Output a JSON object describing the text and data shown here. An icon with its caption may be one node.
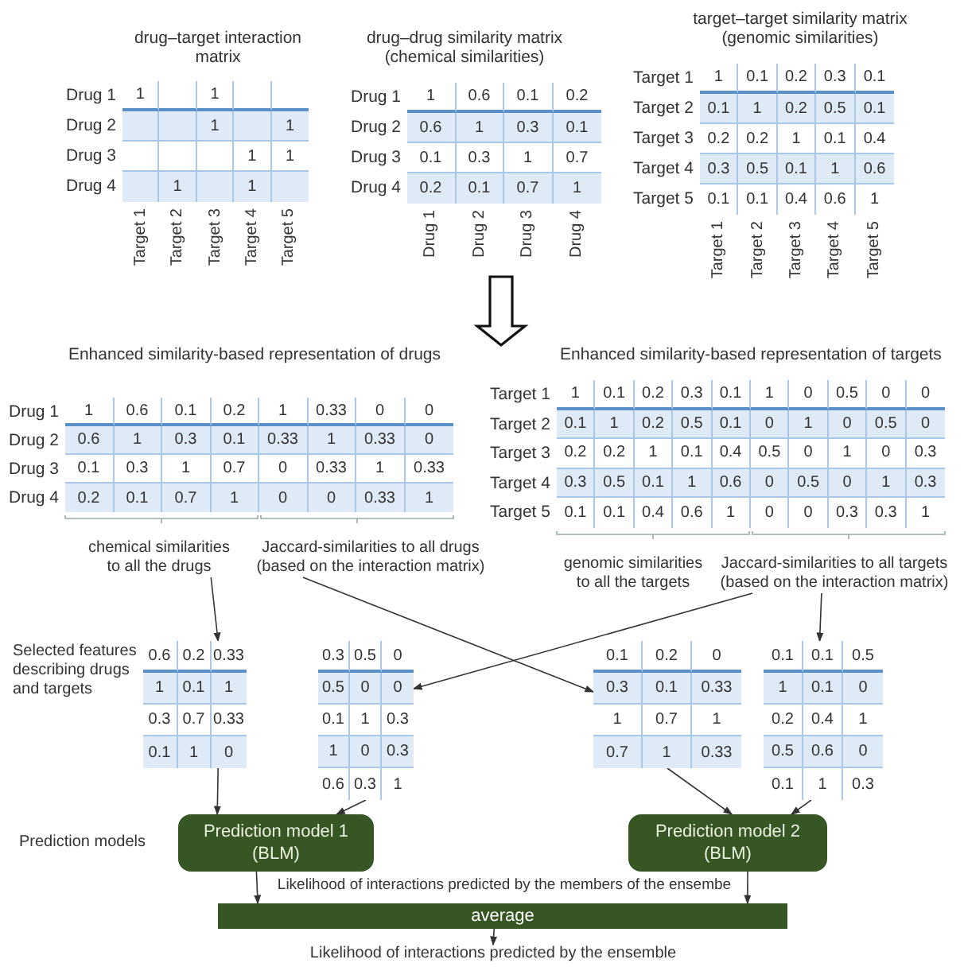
{
  "diagram": {
    "nodes": [
      {
        "text": [
          "drug–target interaction matrix",
          "Drug 1",
          "1",
          "1",
          "Drug 2",
          "1",
          "1",
          "Drug 3",
          "1",
          "1",
          "Drug 4",
          "1",
          "1",
          "Target 1",
          "Target 2",
          "Target 3",
          "Target 4",
          "Target 5"
        ]
      },
      {
        "text": [
          "drug–drug similarity matrix (chemical similarities)",
          "Drug 1",
          "1",
          "0.6",
          "0.1",
          "0.2",
          "Drug 2",
          "0.6",
          "1",
          "0.3",
          "0.1",
          "Drug 3",
          "0.1",
          "0.3",
          "1",
          "0.7",
          "Drug 4",
          "0.2",
          "0.1",
          "0.7",
          "1",
          "Drug 1",
          "Drug 2",
          "Drug 3",
          "Drug 4"
        ]
      },
      {
        "text": [
          "target–target similarity matrix (genomic similarities)",
          "Target 1",
          "1",
          "0.1",
          "0.2",
          "0.3",
          "0.1",
          "Target 2",
          "0.1",
          "1",
          "0.2",
          "0.5",
          "0.1",
          "Target 3",
          "0.2",
          "0.2",
          "1",
          "0.1",
          "0.4",
          "Target 4",
          "0.3",
          "0.5",
          "0.1",
          "1",
          "0.6",
          "Target 5",
          "0.1",
          "0.1",
          "0.4",
          "0.6",
          "1",
          "Target 1",
          "Target 2",
          "Target 3",
          "Target 4",
          "Target 5"
        ]
      },
      {
        "text": [
          "Enhanced similarity-based representation of drugs",
          "Drug 1",
          "1",
          "0.6",
          "0.1",
          "0.2",
          "1",
          "0.33",
          "0",
          "0",
          "Drug 2",
          "0.6",
          "1",
          "0.3",
          "0.1",
          "0.33",
          "1",
          "0.33",
          "0",
          "Drug 3",
          "0.1",
          "0.3",
          "1",
          "0.7",
          "0",
          "0.33",
          "1",
          "0.33",
          "Drug 4",
          "0.2",
          "0.1",
          "0.7",
          "1",
          "0",
          "0",
          "0.33",
          "1"
        ]
      },
      {
        "text": [
          "Enhanced similarity-based representation of targets",
          "Target 1",
          "1",
          "0.1",
          "0.2",
          "0.3",
          "0.1",
          "1",
          "0",
          "0.5",
          "0",
          "0",
          "Target 2",
          "0.1",
          "1",
          "0.2",
          "0.5",
          "0.1",
          "0",
          "1",
          "0",
          "0.5",
          "0",
          "Target 3",
          "0.2",
          "0.2",
          "1",
          "0.1",
          "0.4",
          "0.5",
          "0",
          "1",
          "0",
          "0.3",
          "Target 4",
          "0.3",
          "0.5",
          "0.1",
          "1",
          "0.6",
          "0",
          "0.5",
          "0",
          "1",
          "0.3",
          "Target 5",
          "0.1",
          "0.1",
          "0.4",
          "0.6",
          "1",
          "0",
          "0",
          "0.3",
          "0.3",
          "1"
        ]
      },
      {
        "text": [
          "chemical similarities to all the drugs"
        ]
      },
      {
        "text": [
          "Jaccard-similarities to all drugs (based on the interaction matrix)"
        ]
      },
      {
        "text": [
          "Jaccard-similarities to all targets (based on the interaction matrix)"
        ]
      },
      {
        "text": [
          "0.6",
          "0.2",
          "0.33",
          "1",
          "0.1",
          "1",
          "0.3",
          "0.7",
          "0.33",
          "0.1",
          "1",
          "0"
        ]
      },
      {
        "text": [
          "0.3",
          "0.5",
          "0",
          "0.5",
          "0",
          "0",
          "0.1",
          "1",
          "0.3",
          "1",
          "0",
          "0.3",
          "0.6",
          "0.3",
          "1"
        ]
      },
      {
        "text": [
          "0.1",
          "0.2",
          "0",
          "0.3",
          "0.1",
          "0.33",
          "1",
          "0.7",
          "1",
          "0.7",
          "1",
          "0.33"
        ]
      },
      {
        "text": [
          "0.1",
          "0.1",
          "0.5",
          "1",
          "0.1",
          "0",
          "0.2",
          "0.4",
          "1",
          "0.5",
          "0.6",
          "0",
          "0.1",
          "1",
          "0.3"
        ]
      },
      {
        "text": [
          "Prediction model 1 (BLM)"
        ]
      },
      {
        "text": [
          "Prediction model 2 (BLM)"
        ]
      },
      {
        "text": [
          "average"
        ]
      },
      {
        "text": [
          "Likelihood of interactions predicted by the ensemble"
        ]
      }
    ],
    "edges": [
      {
        "from": 1,
        "to": 4,
        "arrow": "to",
        "style": "thick"
      },
      {
        "from": 5,
        "to": 8,
        "arrow": "to"
      },
      {
        "from": 6,
        "to": 10,
        "arrow": "to"
      },
      {
        "from": 7,
        "to": 9,
        "arrow": "to"
      },
      {
        "from": 7,
        "to": 11,
        "arrow": "to"
      },
      {
        "from": 8,
        "to": 12,
        "arrow": "to"
      },
      {
        "from": 9,
        "to": 12,
        "arrow": "to"
      },
      {
        "from": 10,
        "to": 13,
        "arrow": "to"
      },
      {
        "from": 11,
        "to": 13,
        "arrow": "to"
      },
      {
        "from": 12,
        "to": 14,
        "arrow": "to"
      },
      {
        "from": 13,
        "to": 14,
        "arrow": "to"
      },
      {
        "from": 14,
        "to": 15,
        "arrow": "to"
      }
    ],
    "labels": [
      "genomic similarities to all the targets",
      "Selected features describing drugs and targets",
      "Prediction models",
      "Likelihood of interactions predicted by the members of the ensembe"
    ]
  }
}
